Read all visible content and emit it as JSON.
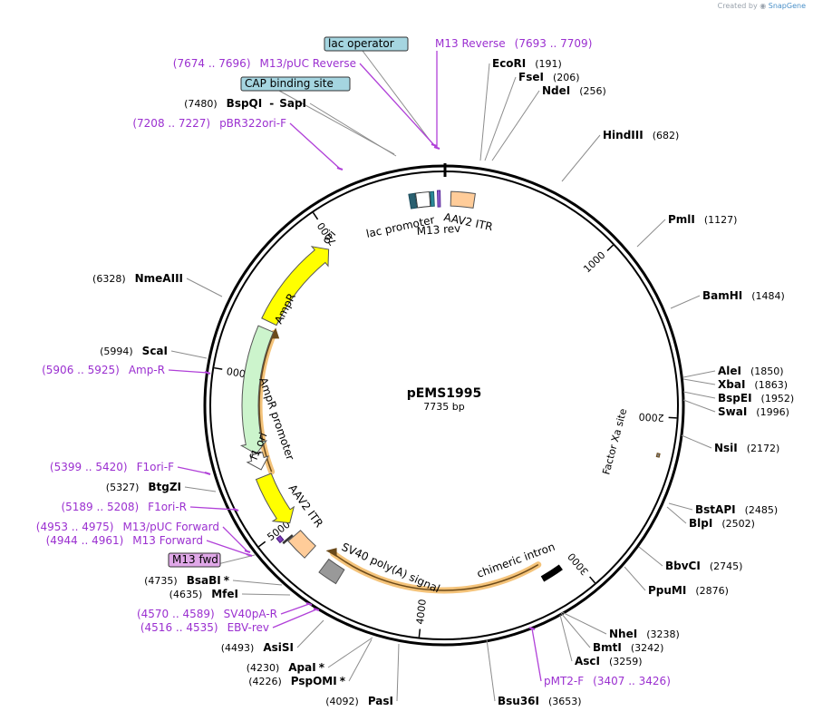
{
  "brand": {
    "prefix": "Created by",
    "name": "SnapGene"
  },
  "plasmid": {
    "name": "pEMS1995",
    "length_label": "7735 bp",
    "length": 7735
  },
  "ticks": [
    {
      "pos": 1000,
      "label": "1000"
    },
    {
      "pos": 2000,
      "label": "2000"
    },
    {
      "pos": 3000,
      "label": "3000"
    },
    {
      "pos": 4000,
      "label": "4000"
    },
    {
      "pos": 5000,
      "label": "5000"
    },
    {
      "pos": 6000,
      "label": "6000"
    },
    {
      "pos": 7000,
      "label": "7000"
    }
  ],
  "features": [
    {
      "name": "ori",
      "label": "ori",
      "start": 6350,
      "end": 6950,
      "type": "ori",
      "color": "#ffff00",
      "direction": "cw"
    },
    {
      "name": "AmpR",
      "label": "AmpR",
      "start": 5490,
      "end": 6300,
      "type": "cds",
      "color": "#ccf4cc",
      "direction": "ccw"
    },
    {
      "name": "AmpR promoter",
      "label": "AmpR promoter",
      "start": 5385,
      "end": 5490,
      "type": "promoter",
      "color": "#ffffff",
      "direction": "ccw"
    },
    {
      "name": "f1 ori",
      "label": "f1 ori",
      "start": 5000,
      "end": 5340,
      "type": "ori",
      "color": "#ffff00",
      "direction": "ccw"
    },
    {
      "name": "AAV2 ITR left",
      "label": "AAV2 ITR",
      "start": 4780,
      "end": 4920,
      "type": "repeat",
      "color": "#ffcc99"
    },
    {
      "name": "SV40 poly(A) signal",
      "label": "SV40 poly(A) signal",
      "start": 4540,
      "end": 4660,
      "type": "polyA",
      "color": "#999999"
    },
    {
      "name": "chimeric intron",
      "label": "chimeric intron",
      "start": 3100,
      "end": 3230,
      "type": "intron",
      "color": "#000000"
    },
    {
      "name": "Factor Xa site",
      "label": "Factor Xa site",
      "start": 2205,
      "end": 2225,
      "type": "site",
      "color": "#7f7f7f"
    },
    {
      "name": "AAV2 ITR right",
      "label": "AAV2 ITR",
      "start": 40,
      "end": 180,
      "type": "repeat",
      "color": "#ffcc99"
    },
    {
      "name": "M13 rev",
      "label": "M13 rev",
      "start": 7696,
      "end": 7712,
      "type": "primer",
      "color": "#8f5fd0"
    },
    {
      "name": "lac promoter",
      "label": "lac promoter",
      "start": 7570,
      "end": 7650,
      "type": "promoter",
      "color": "#ffffff"
    },
    {
      "name": "lac operator",
      "label": "lac operator",
      "start": 7655,
      "end": 7675,
      "type": "operator",
      "color": "#2a8a9a"
    },
    {
      "name": "CAP binding site",
      "label": "CAP binding site",
      "start": 7530,
      "end": 7565,
      "type": "site",
      "color": "#2a6070"
    }
  ],
  "orange_arcs": [
    {
      "start": 5350,
      "end": 6295
    },
    {
      "start": 3210,
      "end": 4660
    }
  ],
  "map_labels": [
    {
      "id": "lac-operator",
      "pos": 7665,
      "kind": "feature",
      "boxed": true,
      "box_color": "#a5d5e0",
      "name": "lac operator"
    },
    {
      "id": "m13-reverse",
      "pos": 7701,
      "kind": "primer",
      "name": "M13 Reverse",
      "coords": "(7693 .. 7709)"
    },
    {
      "id": "m13-puc-reverse",
      "pos": 7685,
      "kind": "primer",
      "name": "M13/pUC Reverse",
      "coords": "(7674 .. 7696)"
    },
    {
      "id": "cap-binding-site",
      "pos": 7550,
      "kind": "feature",
      "boxed": true,
      "box_color": "#a5d5e0",
      "name": "CAP binding site"
    },
    {
      "id": "bspqi-sapi",
      "pos": 7480,
      "kind": "enzyme",
      "name": "BspQI",
      "name2": "SapI",
      "coords": "(7480)"
    },
    {
      "id": "pbr322ori-f",
      "pos": 7217,
      "kind": "primer",
      "name": "pBR322ori-F",
      "coords": "(7208 .. 7227)"
    },
    {
      "id": "ecori",
      "pos": 191,
      "kind": "enzyme",
      "name": "EcoRI",
      "coords": "(191)"
    },
    {
      "id": "fsei",
      "pos": 206,
      "kind": "enzyme",
      "name": "FseI",
      "coords": "(206)"
    },
    {
      "id": "ndei",
      "pos": 256,
      "kind": "enzyme",
      "name": "NdeI",
      "coords": "(256)"
    },
    {
      "id": "hindiii",
      "pos": 682,
      "kind": "enzyme",
      "name": "HindIII",
      "coords": "(682)"
    },
    {
      "id": "pmli",
      "pos": 1127,
      "kind": "enzyme",
      "name": "PmlI",
      "coords": "(1127)"
    },
    {
      "id": "bamhi",
      "pos": 1484,
      "kind": "enzyme",
      "name": "BamHI",
      "coords": "(1484)"
    },
    {
      "id": "alei",
      "pos": 1850,
      "kind": "enzyme",
      "name": "AleI",
      "coords": "(1850)"
    },
    {
      "id": "xbai",
      "pos": 1863,
      "kind": "enzyme",
      "name": "XbaI",
      "coords": "(1863)"
    },
    {
      "id": "bspei",
      "pos": 1952,
      "kind": "enzyme",
      "name": "BspEI",
      "coords": "(1952)"
    },
    {
      "id": "swai",
      "pos": 1996,
      "kind": "enzyme",
      "name": "SwaI",
      "coords": "(1996)"
    },
    {
      "id": "nsii",
      "pos": 2172,
      "kind": "enzyme",
      "name": "NsiI",
      "coords": "(2172)"
    },
    {
      "id": "bstapi",
      "pos": 2485,
      "kind": "enzyme",
      "name": "BstAPI",
      "coords": "(2485)"
    },
    {
      "id": "blpi",
      "pos": 2502,
      "kind": "enzyme",
      "name": "BlpI",
      "coords": "(2502)"
    },
    {
      "id": "bbvci",
      "pos": 2745,
      "kind": "enzyme",
      "name": "BbvCI",
      "coords": "(2745)"
    },
    {
      "id": "ppumi",
      "pos": 2876,
      "kind": "enzyme",
      "name": "PpuMI",
      "coords": "(2876)"
    },
    {
      "id": "nhei",
      "pos": 3238,
      "kind": "enzyme",
      "name": "NheI",
      "coords": "(3238)"
    },
    {
      "id": "bmti",
      "pos": 3242,
      "kind": "enzyme",
      "name": "BmtI",
      "coords": "(3242)"
    },
    {
      "id": "asci",
      "pos": 3259,
      "kind": "enzyme",
      "name": "AscI",
      "coords": "(3259)"
    },
    {
      "id": "pmt2-f",
      "pos": 3416,
      "kind": "primer",
      "name": "pMT2-F",
      "coords": "(3407 .. 3426)"
    },
    {
      "id": "bsu36i",
      "pos": 3653,
      "kind": "enzyme",
      "name": "Bsu36I",
      "coords": "(3653)"
    },
    {
      "id": "pasi",
      "pos": 4092,
      "kind": "enzyme",
      "name": "PasI",
      "coords": "(4092)"
    },
    {
      "id": "pspomi",
      "pos": 4226,
      "kind": "enzyme",
      "name": "PspOMI",
      "star": "*",
      "coords": "(4226)"
    },
    {
      "id": "apai",
      "pos": 4230,
      "kind": "enzyme",
      "name": "ApaI",
      "star": "*",
      "coords": "(4230)"
    },
    {
      "id": "asisi",
      "pos": 4493,
      "kind": "enzyme",
      "name": "AsiSI",
      "coords": "(4493)"
    },
    {
      "id": "ebv-rev",
      "pos": 4525,
      "kind": "primer",
      "name": "EBV-rev",
      "coords": "(4516 .. 4535)"
    },
    {
      "id": "sv40pa-r",
      "pos": 4580,
      "kind": "primer",
      "name": "SV40pA-R",
      "coords": "(4570 .. 4589)"
    },
    {
      "id": "mfei",
      "pos": 4635,
      "kind": "enzyme",
      "name": "MfeI",
      "coords": "(4635)"
    },
    {
      "id": "bsabi",
      "pos": 4735,
      "kind": "enzyme",
      "name": "BsaBI",
      "star": "*",
      "coords": "(4735)"
    },
    {
      "id": "m13-fwd",
      "pos": 4952,
      "kind": "feature",
      "boxed": true,
      "box_color": "#e0a8e8",
      "name": "M13 fwd"
    },
    {
      "id": "m13-forward",
      "pos": 4952,
      "kind": "primer",
      "name": "M13 Forward",
      "coords": "(4944 .. 4961)"
    },
    {
      "id": "m13-puc-forward",
      "pos": 4964,
      "kind": "primer",
      "name": "M13/pUC Forward",
      "coords": "(4953 .. 4975)"
    },
    {
      "id": "f1ori-r",
      "pos": 5198,
      "kind": "primer",
      "name": "F1ori-R",
      "coords": "(5189 .. 5208)"
    },
    {
      "id": "btgzi",
      "pos": 5327,
      "kind": "enzyme",
      "name": "BtgZI",
      "coords": "(5327)"
    },
    {
      "id": "f1ori-f",
      "pos": 5410,
      "kind": "primer",
      "name": "F1ori-F",
      "coords": "(5399 .. 5420)"
    },
    {
      "id": "amp-r",
      "pos": 5915,
      "kind": "primer",
      "name": "Amp-R",
      "coords": "(5906 .. 5925)"
    },
    {
      "id": "scai",
      "pos": 5994,
      "kind": "enzyme",
      "name": "ScaI",
      "coords": "(5994)"
    },
    {
      "id": "nmeaiii",
      "pos": 6328,
      "kind": "enzyme",
      "name": "NmeAIII",
      "coords": "(6328)"
    }
  ],
  "colors": {
    "enzyme": "#000000",
    "primer": "#9b30d0",
    "leader": "#8c8c8c",
    "primer_leader": "#b040d8",
    "highlight": "#f4c37a"
  }
}
